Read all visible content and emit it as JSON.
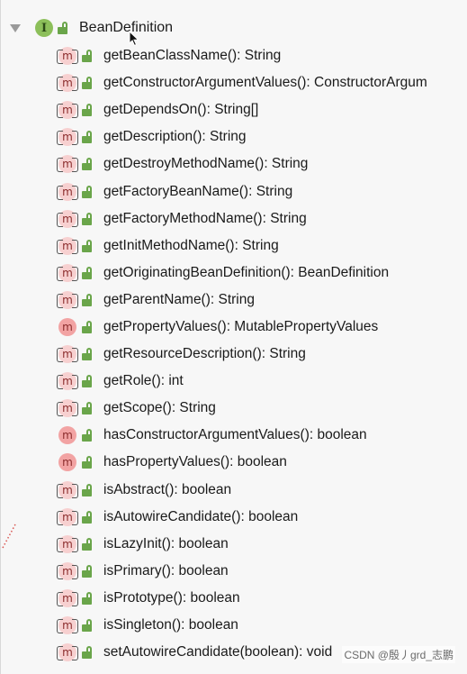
{
  "tree": {
    "root": {
      "label": "BeanDefinition",
      "icon": "interface-icon",
      "icon_letter": "I"
    },
    "method_icon_letter": "m",
    "members": [
      {
        "label": "getBeanClassName(): String",
        "abstract": true
      },
      {
        "label": "getConstructorArgumentValues(): ConstructorArgum",
        "abstract": true
      },
      {
        "label": "getDependsOn(): String[]",
        "abstract": true
      },
      {
        "label": "getDescription(): String",
        "abstract": true
      },
      {
        "label": "getDestroyMethodName(): String",
        "abstract": true
      },
      {
        "label": "getFactoryBeanName(): String",
        "abstract": true
      },
      {
        "label": "getFactoryMethodName(): String",
        "abstract": true
      },
      {
        "label": "getInitMethodName(): String",
        "abstract": true
      },
      {
        "label": "getOriginatingBeanDefinition(): BeanDefinition",
        "abstract": true
      },
      {
        "label": "getParentName(): String",
        "abstract": true
      },
      {
        "label": "getPropertyValues(): MutablePropertyValues",
        "abstract": false
      },
      {
        "label": "getResourceDescription(): String",
        "abstract": true
      },
      {
        "label": "getRole(): int",
        "abstract": true
      },
      {
        "label": "getScope(): String",
        "abstract": true
      },
      {
        "label": "hasConstructorArgumentValues(): boolean",
        "abstract": false
      },
      {
        "label": "hasPropertyValues(): boolean",
        "abstract": false
      },
      {
        "label": "isAbstract(): boolean",
        "abstract": true
      },
      {
        "label": "isAutowireCandidate(): boolean",
        "abstract": true
      },
      {
        "label": "isLazyInit(): boolean",
        "abstract": true
      },
      {
        "label": "isPrimary(): boolean",
        "abstract": true
      },
      {
        "label": "isPrototype(): boolean",
        "abstract": true
      },
      {
        "label": "isSingleton(): boolean",
        "abstract": true
      },
      {
        "label": "setAutowireCandidate(boolean): void",
        "abstract": true
      }
    ]
  },
  "watermark": "CSDN @殷丿grd_志鹏",
  "colors": {
    "interface_icon": "#8cbf5a",
    "method_icon": "#f2a3a3",
    "lock": "#6aa54a"
  }
}
